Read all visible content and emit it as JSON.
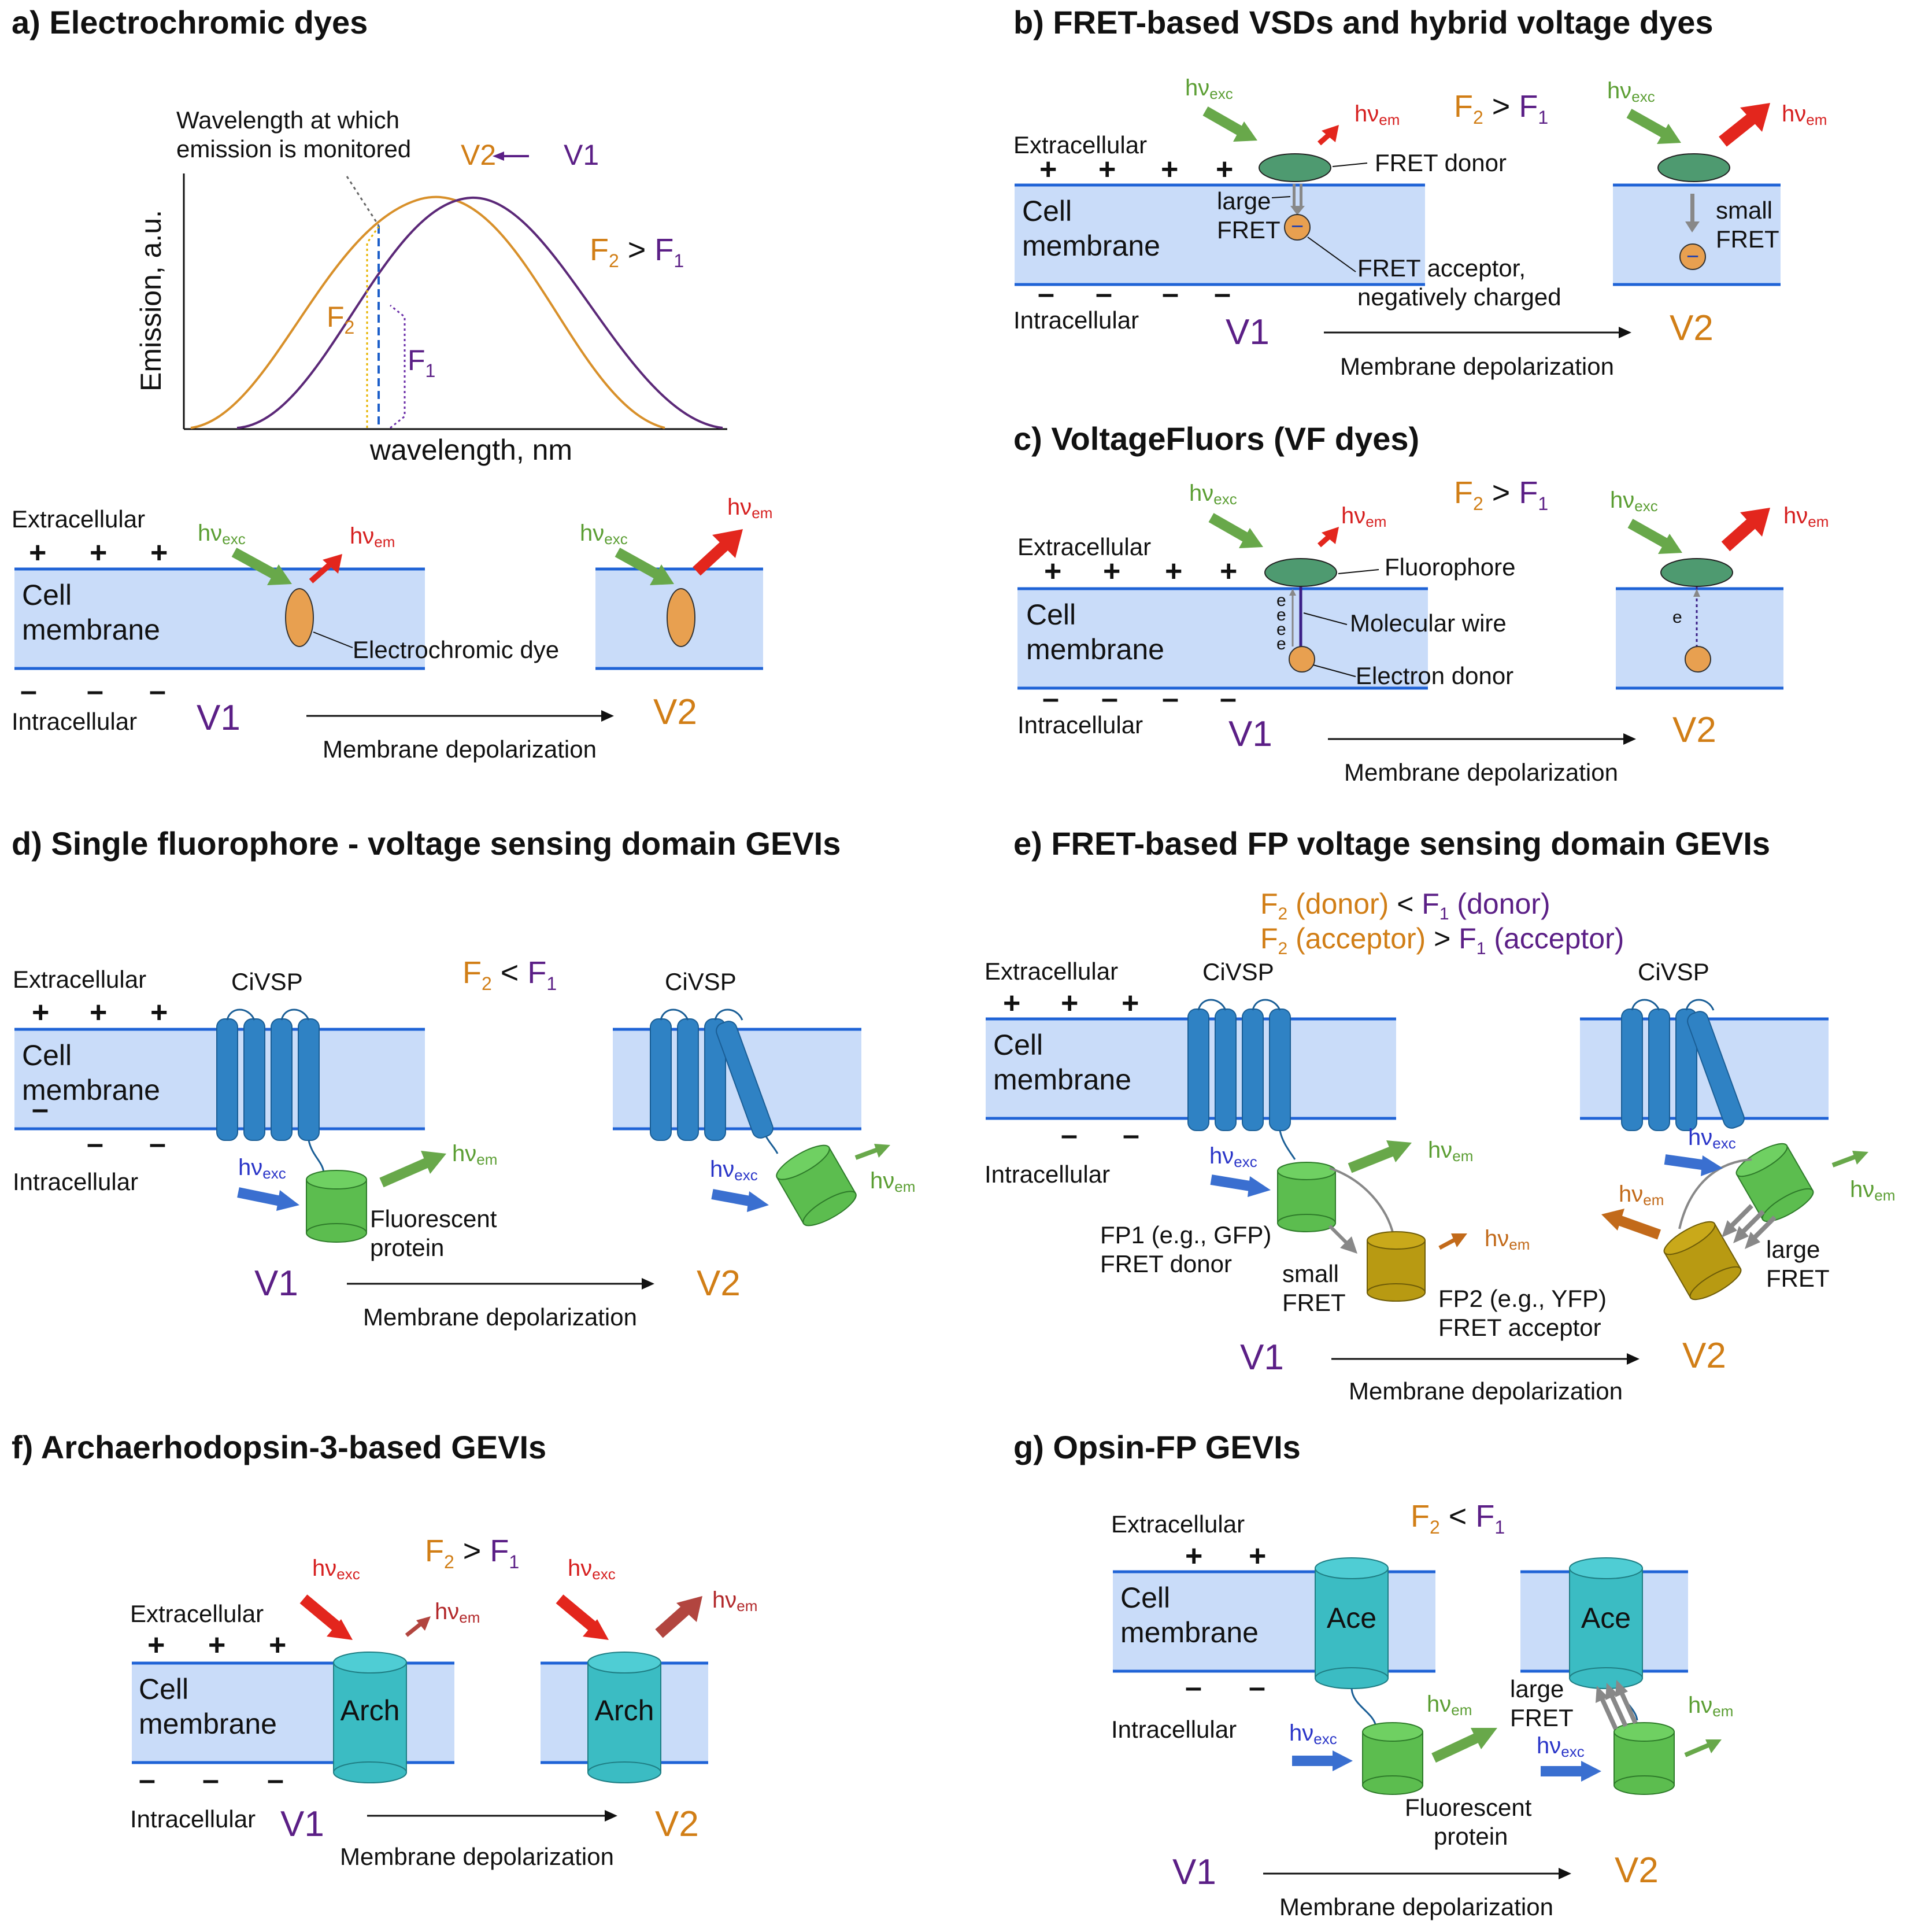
{
  "panels": {
    "a": {
      "title": "a) Electrochromic dyes",
      "ylabel": "Emission, a.u.",
      "xlabel": "wavelength, nm",
      "annotation_line1": "Wavelength at which",
      "annotation_line2": "emission is monitored",
      "v2": "V2",
      "v1": "V1",
      "f2": "F",
      "f1": "F",
      "ineq": "F2 > F1",
      "dye_label": "Electrochromic dye"
    },
    "b": {
      "title": "b) FRET-based VSDs and  hybrid voltage dyes",
      "ineq": "F2 > F1",
      "donor": "FRET donor",
      "large": "large",
      "fret": "FRET",
      "acceptor1": "FRET acceptor,",
      "acceptor2": "negatively charged",
      "small": "small"
    },
    "c": {
      "title": "c) VoltageFluors (VF dyes)",
      "ineq": "F2 > F1",
      "fluorophore": "Fluorophore",
      "wire": "Molecular wire",
      "edonor": "Electron donor",
      "e": "e"
    },
    "d": {
      "title": "d) Single fluorophore - voltage sensing domain GEVIs",
      "ineq": "F2 < F1",
      "civsp": "CiVSP",
      "fp1": "Fluorescent",
      "fp2": "protein"
    },
    "e": {
      "title": "e) FRET-based FP voltage sensing domain GEVIs",
      "line1": "F2 (donor) < F1 (donor)",
      "line2": "F2 (acceptor) > F1 (acceptor)",
      "civsp": "CiVSP",
      "fp1a": "FP1 (e.g., GFP)",
      "fp1b": "FRET donor",
      "small": "small",
      "fret": "FRET",
      "fp2a": "FP2 (e.g., YFP)",
      "fp2b": "FRET acceptor",
      "large": "large"
    },
    "f": {
      "title": "f) Archaerhodopsin-3-based GEVIs",
      "ineq": "F2 > F1",
      "arch": "Arch"
    },
    "g": {
      "title": "g) Opsin-FP GEVIs",
      "ineq": "F2 < F1",
      "ace": "Ace",
      "large": "large",
      "fret": "FRET",
      "fp1": "Fluorescent",
      "fp2": "protein"
    }
  },
  "common": {
    "extracellular": "Extracellular",
    "intracellular": "Intracellular",
    "cell": "Cell",
    "membrane": "membrane",
    "v1": "V1",
    "v2": "V2",
    "depol": "Membrane depolarization",
    "hv": "hν",
    "exc": "exc",
    "em": "em",
    "plus": "+",
    "minus": "–",
    "minus_inline": "−"
  },
  "colors": {
    "membrane_fill": "#c9dcf9",
    "membrane_line": "#1f63d6",
    "orange": "#d17e16",
    "purple": "#5b1f86",
    "exc_green": "#68a84a",
    "em_red": "#e3261d",
    "vsd_blue": "#2f82c4",
    "fp_green": "#5cbd4f",
    "fp_yellow": "#b89a12",
    "opsin_teal": "#3bbcc3",
    "donor_green": "#4e9a70"
  }
}
